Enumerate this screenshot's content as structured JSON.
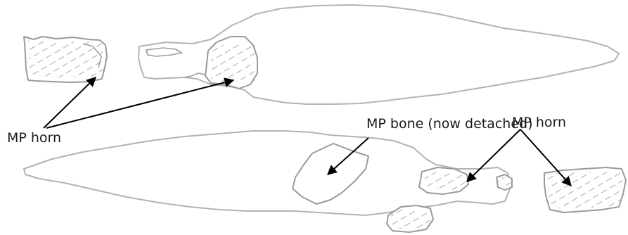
{
  "labels": {
    "left_horn": "MP horn",
    "bone": "MP bone (now detached)",
    "right_horn": "MP horn"
  },
  "colors": {
    "outline": "#b3b3b3",
    "horn_outline": "#9a9a9a",
    "hatching": "#b8b8b8",
    "pointer": "#000000",
    "text": "#1a1a1a"
  }
}
